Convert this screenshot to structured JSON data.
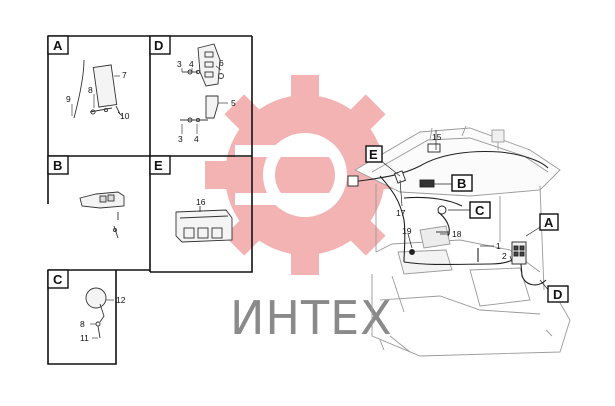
{
  "panels": [
    {
      "letter": "A",
      "callouts": [
        "7",
        "8",
        "9",
        "10"
      ]
    },
    {
      "letter": "D",
      "callouts": [
        "3",
        "4",
        "6",
        "5",
        "3",
        "4"
      ]
    },
    {
      "letter": "B",
      "callouts": []
    },
    {
      "letter": "E",
      "callouts": [
        "16"
      ]
    },
    {
      "letter": "C",
      "callouts": [
        "12",
        "8",
        "11"
      ]
    }
  ],
  "main_view": {
    "tags": [
      "E",
      "B",
      "C",
      "A",
      "D"
    ],
    "callouts": [
      "15",
      "17",
      "19",
      "18",
      "1",
      "2"
    ]
  },
  "watermark": {
    "text": "ИНТЕХ",
    "logo_color": "#f2a6a6",
    "text_color": "#8a8a8a"
  }
}
